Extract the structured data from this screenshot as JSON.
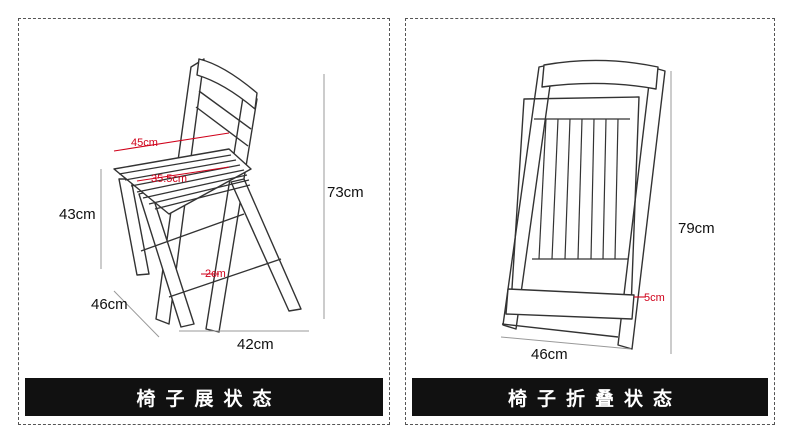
{
  "left_panel": {
    "caption": "椅子展状态",
    "dimensions": {
      "height_total": "73cm",
      "seat_height": "43cm",
      "depth": "46cm",
      "width": "42cm",
      "seat_width": "45cm",
      "seat_depth": "35.5cm",
      "thickness": "2cm"
    }
  },
  "right_panel": {
    "caption": "椅子折叠状态",
    "dimensions": {
      "height_folded": "79cm",
      "width": "46cm",
      "thickness": "5cm"
    }
  },
  "colors": {
    "line": "#333333",
    "accent": "#d0021b",
    "caption_bg": "#111111"
  }
}
